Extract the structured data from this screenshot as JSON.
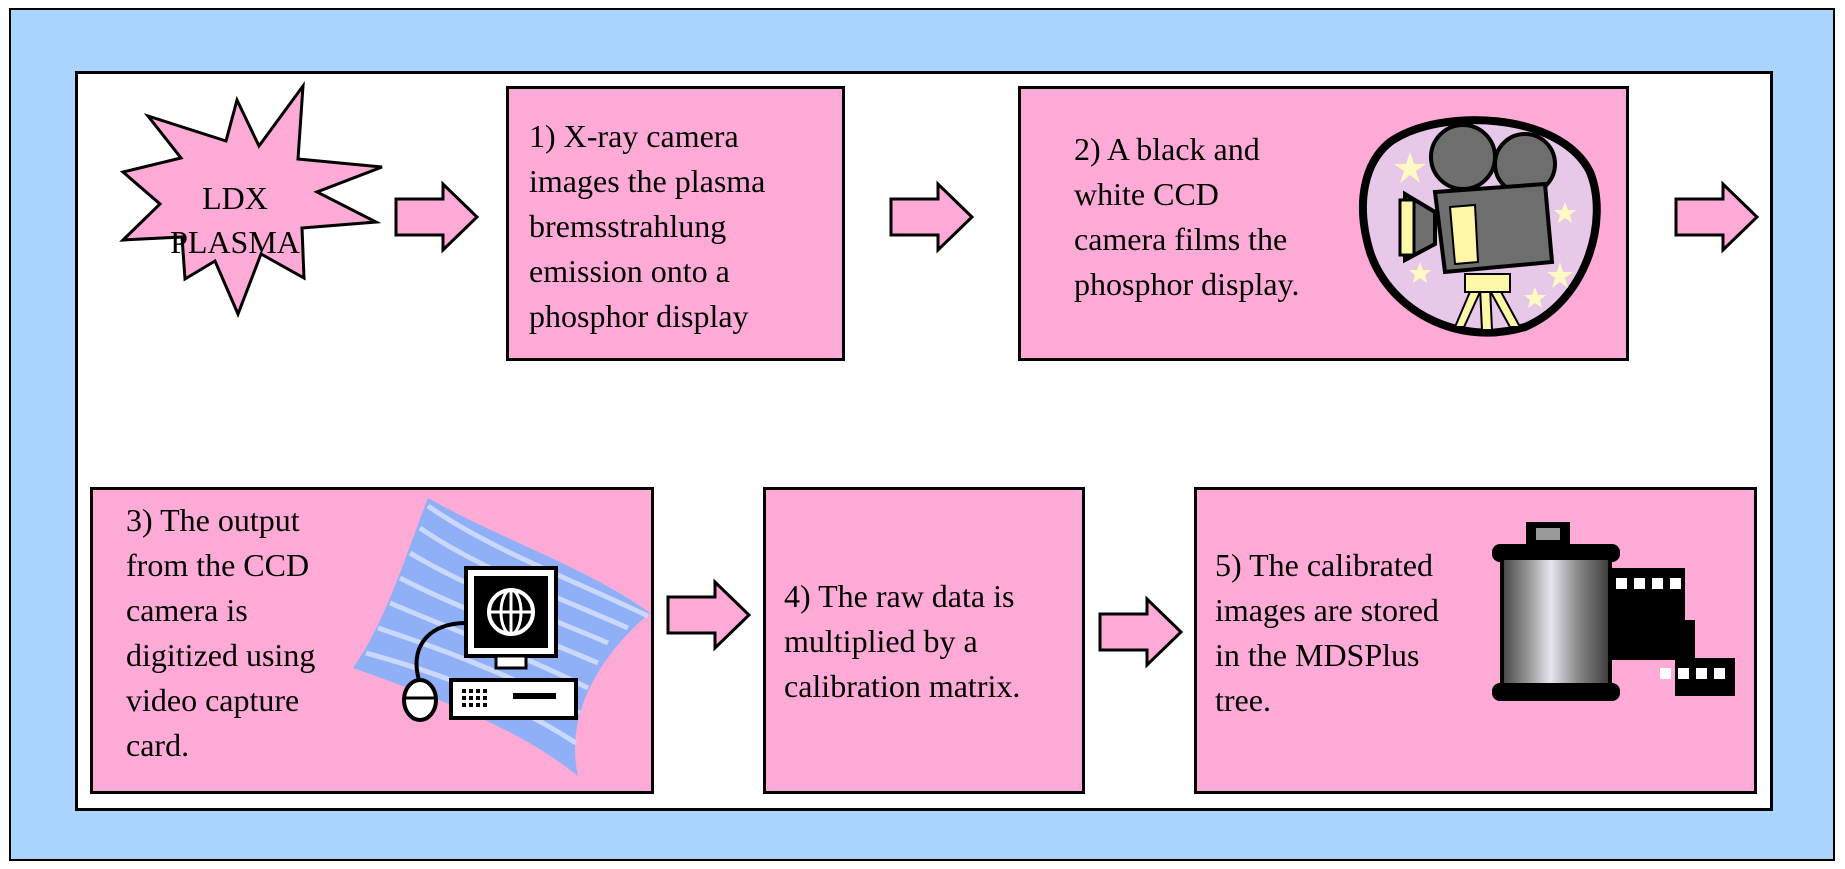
{
  "source": {
    "label": "LDX\nPLASMA",
    "icon": "starburst-icon"
  },
  "steps": [
    {
      "id": "step-1",
      "text": "1) X-ray camera\nimages the plasma\nbremsstrahlung\nemission onto a\nphosphor display"
    },
    {
      "id": "step-2",
      "text": "2) A black and\nwhite CCD\ncamera films the\nphosphor display.",
      "icon": "movie-camera-icon"
    },
    {
      "id": "step-3",
      "text": "3) The output\nfrom the CCD\ncamera is\ndigitized using\nvideo capture\ncard.",
      "icon": "computer-icon"
    },
    {
      "id": "step-4",
      "text": "4) The raw data is\nmultiplied by a\ncalibration matrix."
    },
    {
      "id": "step-5",
      "text": "5) The calibrated\nimages are stored\nin the MDSPlus\ntree.",
      "icon": "film-roll-icon"
    }
  ],
  "colors": {
    "outer_background": "#a9d4fc",
    "box_fill": "#fdaad6",
    "arrow_fill": "#fdaad6",
    "panel_background": "#ffffff"
  },
  "arrow_icon": "right-arrow-icon"
}
